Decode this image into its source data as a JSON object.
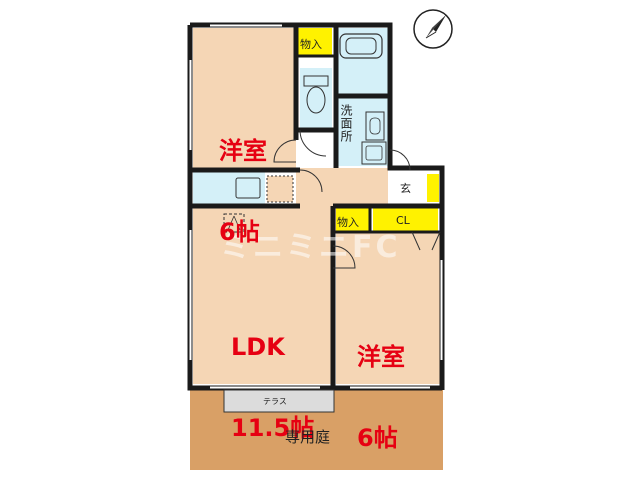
{
  "floorplan": {
    "colors": {
      "room_floor": "#f5d6b5",
      "hall_floor": "#f5d6b5",
      "water_area": "#d4f0f8",
      "storage_yellow": "#fff200",
      "garden": "#d9a066",
      "wall": "#1a1a1a",
      "terrace": "#dcdcdc",
      "label_red": "#e60012"
    },
    "rooms": {
      "western_room_north": {
        "name": "洋室",
        "size": "6帖"
      },
      "ldk": {
        "name": "LDK",
        "size": "11.5帖"
      },
      "western_room_south": {
        "name": "洋室",
        "size": "6帖"
      }
    },
    "labels": {
      "storage_north": "物入",
      "washroom": "洗面所",
      "entrance": "玄",
      "storage_south": "物入",
      "closet": "CL",
      "terrace": "テラス",
      "private_garden": "専用庭"
    },
    "watermark": "ミニミニFC"
  }
}
